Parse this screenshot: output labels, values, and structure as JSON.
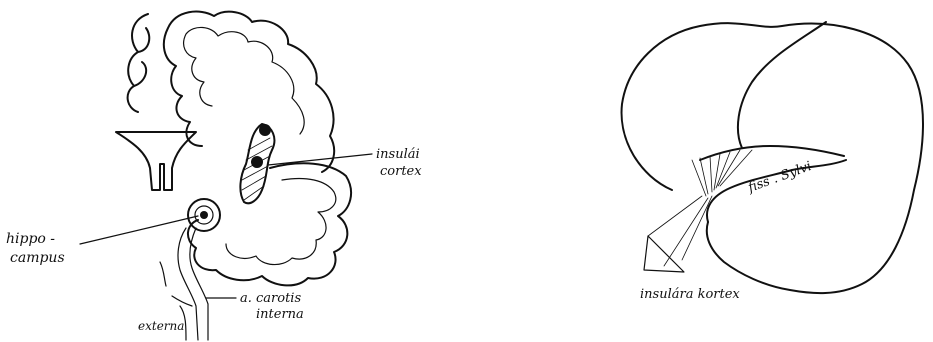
{
  "left_figure": {
    "labels": {
      "insular_line1": "insulái",
      "insular_line2": "cortex",
      "hippo_line1": "hippo -",
      "hippo_line2": "campus",
      "carotis_line1": "a. carotis",
      "carotis_line2": "interna",
      "externa": "externa"
    }
  },
  "right_figure": {
    "labels": {
      "fissure": "fiss . Sylvi",
      "insular_cortex": "insulára kortex"
    }
  }
}
